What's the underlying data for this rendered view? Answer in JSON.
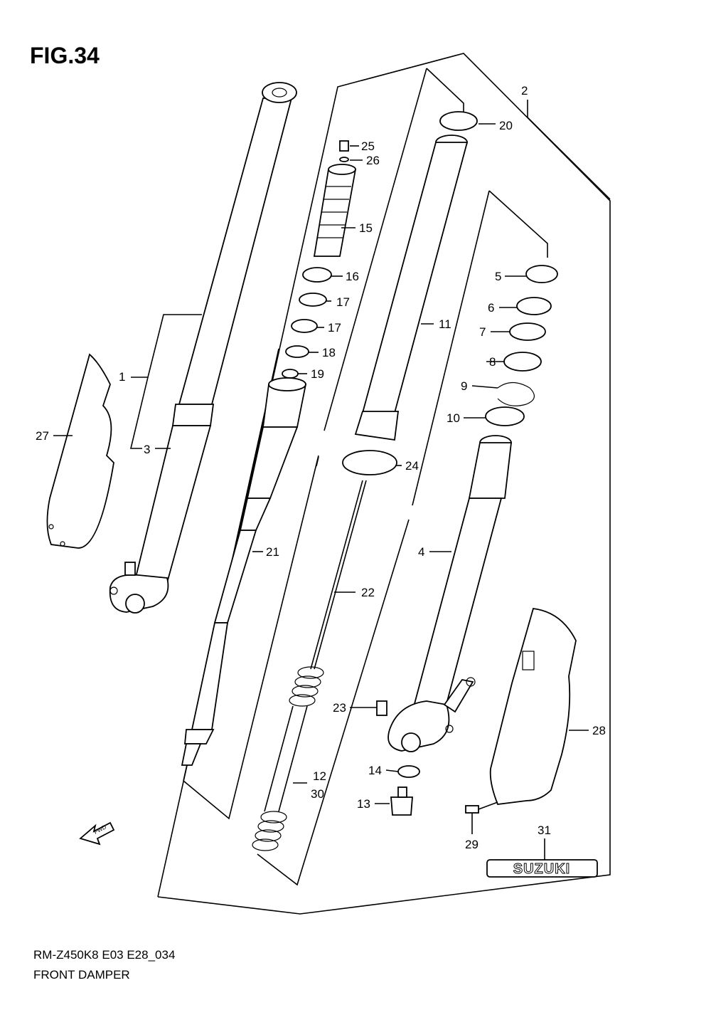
{
  "figure": {
    "title": "FIG.34"
  },
  "footer": {
    "model_code": "RM-Z450K8 E03 E28_034",
    "caption": "FRONT DAMPER"
  },
  "callouts": [
    "1",
    "2",
    "3",
    "4",
    "5",
    "6",
    "7",
    "8",
    "9",
    "10",
    "11",
    "12",
    "30",
    "13",
    "14",
    "15",
    "16",
    "17",
    "17",
    "18",
    "19",
    "20",
    "21",
    "22",
    "23",
    "24",
    "25",
    "26",
    "27",
    "28",
    "29",
    "31"
  ],
  "fwd_arrow": {
    "label": "FWD"
  },
  "emblem": {
    "text": "SUZUKI"
  }
}
